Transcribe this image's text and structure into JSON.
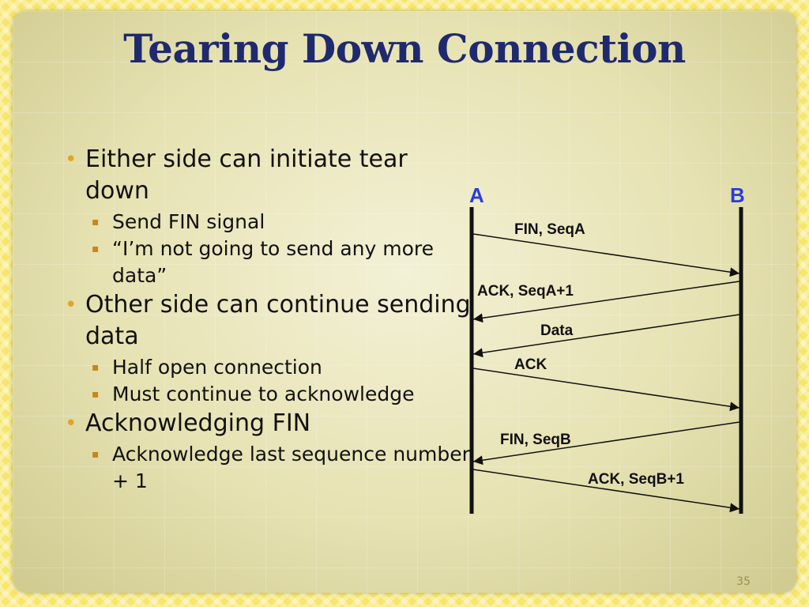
{
  "title": "Tearing Down Connection",
  "bullets": [
    {
      "text": "Either side can initiate tear down",
      "sub": [
        "Send FIN signal",
        "“I’m not going to send any more data”"
      ]
    },
    {
      "text": "Other side can continue sending data",
      "sub": [
        "Half open connection",
        "Must continue to acknowledge"
      ]
    },
    {
      "text": "Acknowledging FIN",
      "sub": [
        "Acknowledge last sequence number + 1"
      ]
    }
  ],
  "diagram": {
    "endpoint_a": "A",
    "endpoint_b": "B",
    "messages": [
      "FIN, SeqA",
      "ACK, SeqA+1",
      "Data",
      "ACK",
      "FIN, SeqB",
      "ACK, SeqB+1"
    ]
  },
  "page_number": "35",
  "colors": {
    "title": "#1f2a6e",
    "endpoint": "#2a3be0",
    "bullet": "#e0a526"
  }
}
